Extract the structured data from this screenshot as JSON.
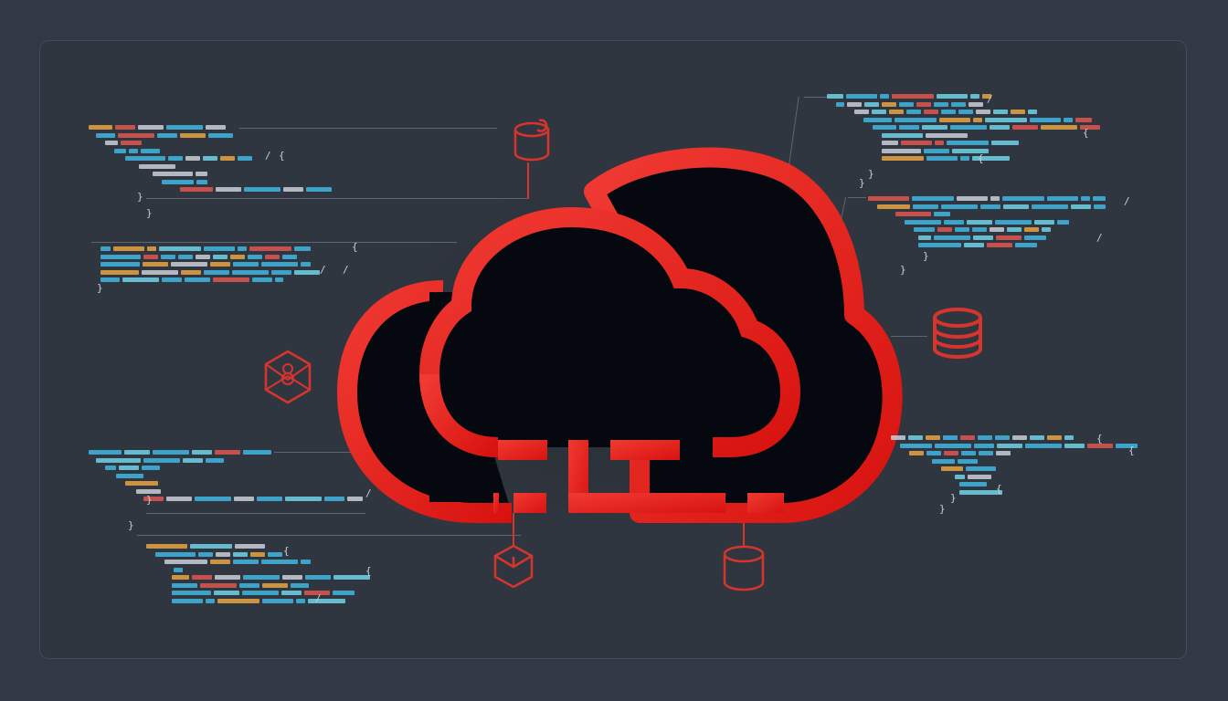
{
  "illustration": {
    "title": "Cloud computing network illustration",
    "colors": {
      "background": "#323844",
      "frame_border": "#444b58",
      "accent_red": "#e8312c",
      "cloud_fill": "#05080e",
      "code_blue": "#3fb6e0",
      "code_cyan": "#6fd3e8",
      "code_red": "#e0554e",
      "code_orange": "#e8a542",
      "code_white": "#c9ced8",
      "connector_gray": "#5d6573"
    },
    "center_icon": "cloud-network-icon",
    "peripheral_icons": [
      {
        "name": "database-sync-icon",
        "position": "top-left"
      },
      {
        "name": "package-hexagon-icon",
        "position": "left"
      },
      {
        "name": "database-stack-icon",
        "position": "right"
      },
      {
        "name": "cube-icon",
        "position": "bottom-left"
      },
      {
        "name": "database-cylinder-icon",
        "position": "bottom-right"
      }
    ],
    "code_snippets": [
      {
        "name": "code-snippet-top-left",
        "lines": 9
      },
      {
        "name": "code-snippet-mid-left",
        "lines": 5
      },
      {
        "name": "code-snippet-bottom-left-1",
        "lines": 7
      },
      {
        "name": "code-snippet-bottom-left-2",
        "lines": 8
      },
      {
        "name": "code-snippet-top-right",
        "lines": 9
      },
      {
        "name": "code-snippet-mid-right",
        "lines": 7
      },
      {
        "name": "code-snippet-bottom-right",
        "lines": 8
      }
    ]
  }
}
